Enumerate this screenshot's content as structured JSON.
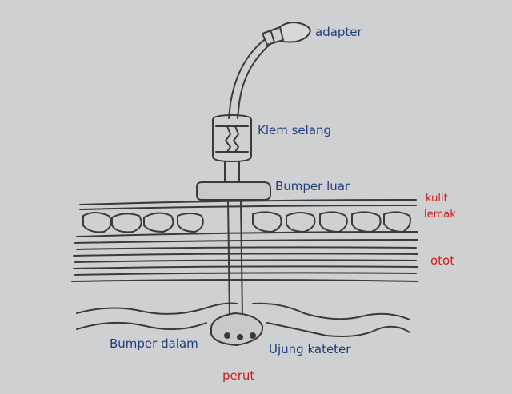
{
  "colors": {
    "background": "#cfd0d2",
    "pencil": "#3a3a3a",
    "label_blue": "#1f3d7a",
    "label_red": "#cc1f1f"
  },
  "labels": {
    "adapter": "adapter",
    "klem_selang": "Klem selang",
    "bumper_luar": "Bumper luar",
    "kulit": "kulit",
    "lemak": "lemak",
    "otot": "otot",
    "bumper_dalam": "Bumper dalam",
    "ujung_kateter": "Ujung kateter",
    "perut": "perut"
  }
}
